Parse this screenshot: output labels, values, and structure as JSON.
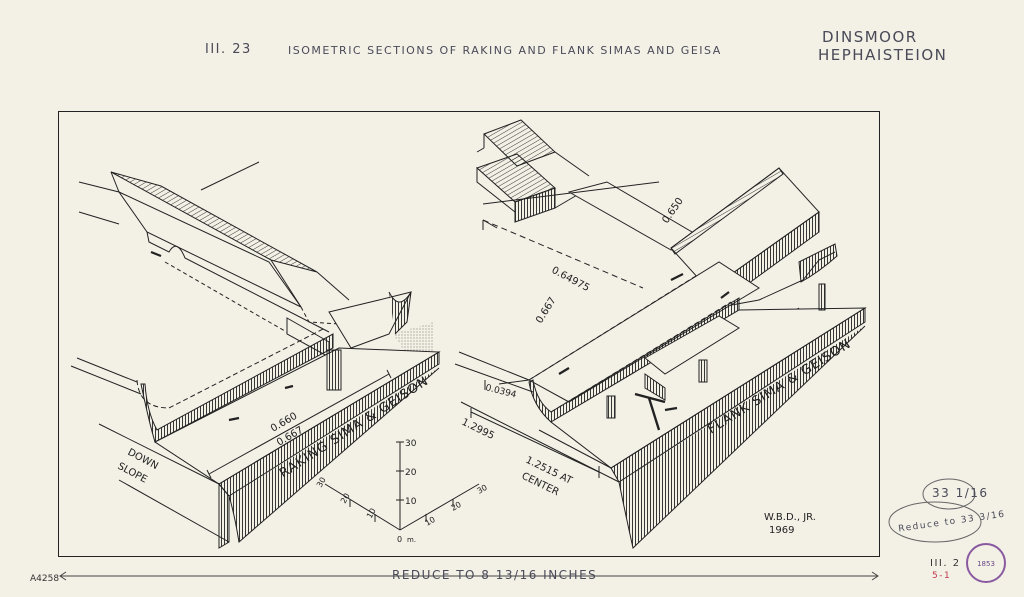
{
  "header": {
    "plate": "III. 23",
    "caption": "ISOMETRIC SECTIONS OF RAKING AND FLANK SIMAS AND GEISA",
    "author_line1": "DINSMOOR",
    "author_line2": "HEPHAISTEION"
  },
  "left_drawing": {
    "label": "RAKING SIMA & GEISON",
    "dim_a": "0.660",
    "dim_b": "0.667",
    "direction_line1": "DOWN",
    "direction_line2": "SLOPE"
  },
  "right_drawing": {
    "label": "FLANK SIMA & GEISON",
    "dim_1": "0.650",
    "dim_2": "0.64975",
    "dim_3": "0.667",
    "dim_4": "0.0394",
    "dim_5": "1.2995",
    "dim_6_line1": "1.2515 AT",
    "dim_6_line2": "CENTER"
  },
  "scale_bar": {
    "unit": "m.",
    "zero": "0",
    "ticks_vertical": [
      "10",
      "20",
      "30"
    ],
    "ticks_left": [
      "10",
      "20",
      "30"
    ],
    "ticks_right": [
      "10",
      "20",
      "30"
    ]
  },
  "signature": {
    "name": "W.B.D., JR.",
    "year": "1969"
  },
  "footer": {
    "reduce_note": "REDUCE TO 8 13/16 INCHES",
    "catalog_no": "A4258",
    "plate_ref": "III. 2",
    "scale_a": "33 1/16",
    "scale_b": "Reduce to 33 3/16",
    "page_mark": "5-1",
    "stamp_year": "1853"
  },
  "colors": {
    "paper": "#f3f0e6",
    "ink": "#222222",
    "pencil": "#4a4a58",
    "stamp": "#8a5aa0",
    "red_mark": "#c0394b"
  }
}
